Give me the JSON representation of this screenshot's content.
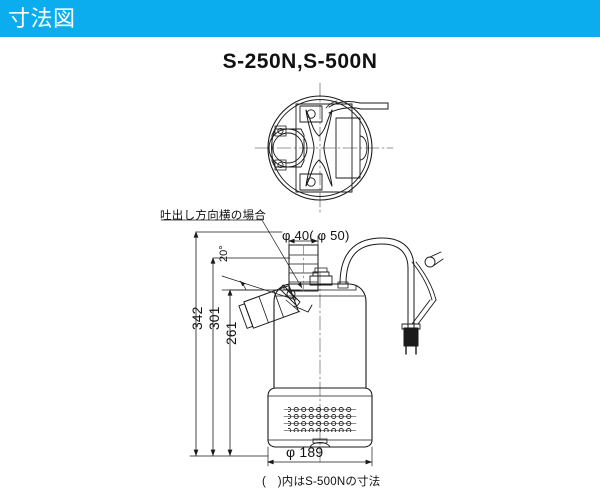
{
  "header": {
    "title": "寸法図",
    "background_color": "#0cadee",
    "text_color": "#ffffff"
  },
  "model_title": "S-250N,S-500N",
  "drawing": {
    "line_color": "#1a1a1a",
    "center_line_color": "#808080",
    "labels": {
      "discharge_note": "吐出し方向横の場合",
      "port_diameter": "φ 40( φ 50)",
      "angle": "20°",
      "dim_total_height": "342",
      "dim_mid_height": "301",
      "dim_body_height": "261",
      "base_diameter": "φ 189",
      "footnote": "(　)内はS-500Nの寸法"
    }
  }
}
